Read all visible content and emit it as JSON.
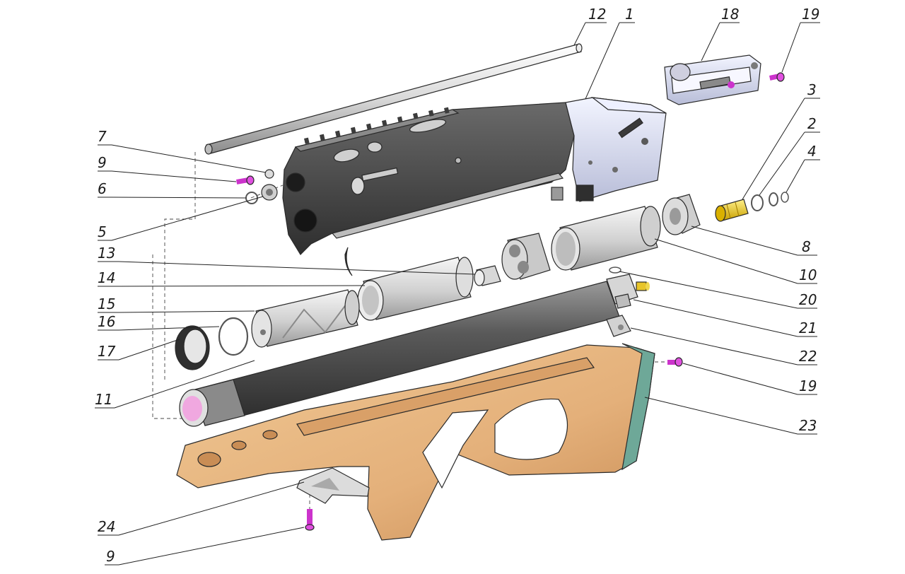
{
  "labels": {
    "l12": "12",
    "l1": "1",
    "l18": "18",
    "l19a": "19",
    "l3": "3",
    "l2": "2",
    "l4": "4",
    "l7": "7",
    "l9a": "9",
    "l6": "6",
    "l5": "5",
    "l8": "8",
    "l13": "13",
    "l10": "10",
    "l14": "14",
    "l20": "20",
    "l15": "15",
    "l21": "21",
    "l16": "16",
    "l22": "22",
    "l17": "17",
    "l19b": "19",
    "l11": "11",
    "l23": "23",
    "l24": "24",
    "l9b": "9"
  },
  "colors": {
    "wood": "#e8b883",
    "wood_dark": "#c98d55",
    "steel_dark": "#4a4a4a",
    "steel_light": "#dcdcdc",
    "aluminium": "#d8dcf0",
    "brass": "#e8c52a",
    "fastener": "#cc33cc",
    "rubber": "#6ea898",
    "cap": "#f0a8e0",
    "line": "#222222"
  }
}
